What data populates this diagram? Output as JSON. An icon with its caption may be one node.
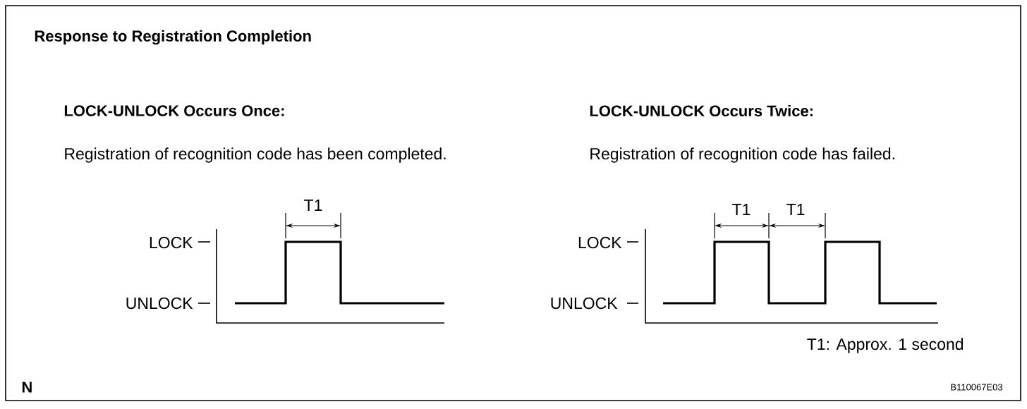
{
  "diagram": {
    "title": "Response to Registration Completion",
    "labels": [
      "LOCK-UNLOCK Occurs Once:",
      "LOCK-UNLOCK Occurs Twice:",
      "Registration of recognition code has been completed.",
      "Registration of recognition code has failed.",
      "T1",
      "T1",
      "T1",
      "LOCK",
      "LOCK",
      "UNLOCK",
      "UNLOCK",
      "T1: Approx. 1 second",
      "N",
      "B110067E03"
    ]
  }
}
